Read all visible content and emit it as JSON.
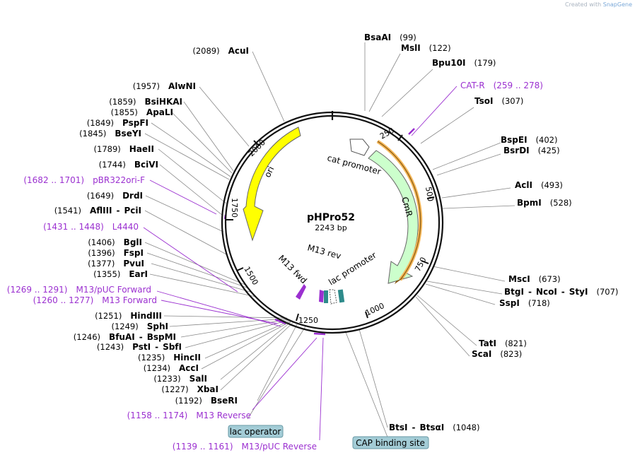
{
  "credit": {
    "prefix": "Created with",
    "brand": "SnapGene"
  },
  "plasmid": {
    "name": "pHPro52",
    "size_label": "2243 bp"
  },
  "ticks": [
    "250",
    "500",
    "750",
    "1000",
    "1250",
    "1500",
    "1750",
    "2000"
  ],
  "features": {
    "ori": "ori",
    "cat_promoter": "cat promoter",
    "cmr": "CmR",
    "lac_promoter": "lac promoter",
    "m13_rev": "M13 rev",
    "m13_fwd": "M13 fwd"
  },
  "sites": [
    {
      "name": "BsaAI",
      "pos": "(99)"
    },
    {
      "name": "MslI",
      "pos": "(122)"
    },
    {
      "name": "Bpu10I",
      "pos": "(179)"
    },
    {
      "name": "CAT-R",
      "pos": "(259 .. 278)"
    },
    {
      "name": "TsoI",
      "pos": "(307)"
    },
    {
      "name": "BspEI",
      "pos": "(402)"
    },
    {
      "name": "BsrDI",
      "pos": "(425)"
    },
    {
      "name": "AclI",
      "pos": "(493)"
    },
    {
      "name": "BpmI",
      "pos": "(528)"
    },
    {
      "name": "MscI",
      "pos": "(673)"
    },
    {
      "name": "BtgI",
      "sep1": "-",
      "name2": "NcoI",
      "sep2": "-",
      "name3": "StyI",
      "pos": "(707)"
    },
    {
      "name": "SspI",
      "pos": "(718)"
    },
    {
      "name": "TatI",
      "pos": "(821)"
    },
    {
      "name": "ScaI",
      "pos": "(823)"
    },
    {
      "name": "BtsI",
      "sep1": "-",
      "name2": "BtsαI",
      "pos": "(1048)"
    },
    {
      "name": "CAP binding site"
    },
    {
      "name": "M13/pUC Reverse",
      "pos": "(1139 .. 1161)"
    },
    {
      "name": "lac operator"
    },
    {
      "name": "M13 Reverse",
      "pos": "(1158 .. 1174)"
    },
    {
      "name": "BseRI",
      "pos": "(1192)"
    },
    {
      "name": "XbaI",
      "pos": "(1227)"
    },
    {
      "name": "SalI",
      "pos": "(1233)"
    },
    {
      "name": "AccI",
      "pos": "(1234)"
    },
    {
      "name": "HincII",
      "pos": "(1235)"
    },
    {
      "name": "PstI",
      "sep1": "-",
      "name2": "SbfI",
      "pos": "(1243)"
    },
    {
      "name": "BfuAI",
      "sep1": "-",
      "name2": "BspMI",
      "pos": "(1246)"
    },
    {
      "name": "SphI",
      "pos": "(1249)"
    },
    {
      "name": "HindIII",
      "pos": "(1251)"
    },
    {
      "name": "M13 Forward",
      "pos": "(1260 .. 1277)"
    },
    {
      "name": "M13/pUC Forward",
      "pos": "(1269 .. 1291)"
    },
    {
      "name": "EarI",
      "pos": "(1355)"
    },
    {
      "name": "PvuI",
      "pos": "(1377)"
    },
    {
      "name": "FspI",
      "pos": "(1396)"
    },
    {
      "name": "BglI",
      "pos": "(1406)"
    },
    {
      "name": "L4440",
      "pos": "(1431 .. 1448)"
    },
    {
      "name": "AflIII",
      "sep1": "-",
      "name2": "PciI",
      "pos": "(1541)"
    },
    {
      "name": "DrdI",
      "pos": "(1649)"
    },
    {
      "name": "pBR322ori-F",
      "pos": "(1682 .. 1701)"
    },
    {
      "name": "BciVI",
      "pos": "(1744)"
    },
    {
      "name": "HaeII",
      "pos": "(1789)"
    },
    {
      "name": "BseYI",
      "pos": "(1845)"
    },
    {
      "name": "PspFI",
      "pos": "(1849)"
    },
    {
      "name": "ApaLI",
      "pos": "(1855)"
    },
    {
      "name": "BsiHKAI",
      "pos": "(1859)"
    },
    {
      "name": "AlwNI",
      "pos": "(1957)"
    },
    {
      "name": "AcuI",
      "pos": "(2089)"
    }
  ]
}
